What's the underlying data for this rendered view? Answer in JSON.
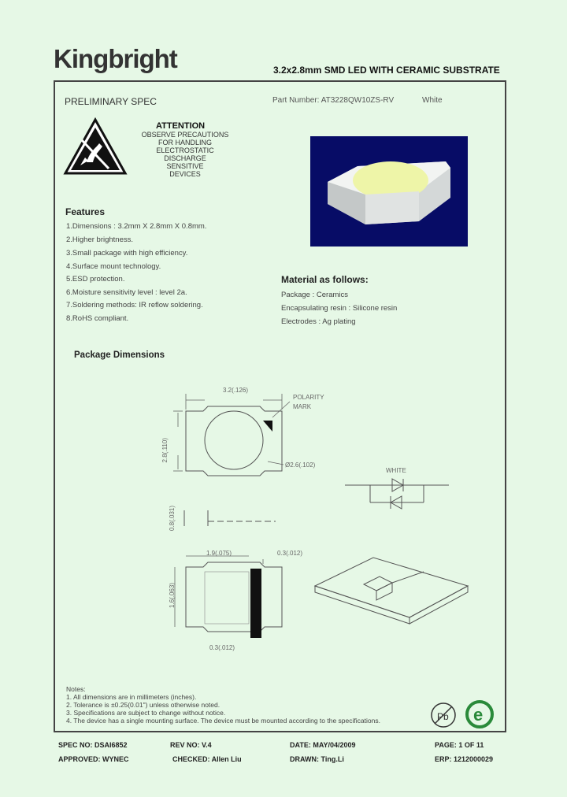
{
  "header": {
    "logo": "Kingbright",
    "doc_title": "3.2x2.8mm SMD LED WITH CERAMIC SUBSTRATE"
  },
  "spec": {
    "status": "PRELIMINARY SPEC",
    "part_number": "Part Number: AT3228QW10ZS-RV",
    "color": "White"
  },
  "attention": {
    "title": "ATTENTION",
    "lines": [
      "OBSERVE PRECAUTIONS",
      "FOR HANDLING",
      "ELECTROSTATIC",
      "DISCHARGE",
      "SENSITIVE",
      "DEVICES"
    ]
  },
  "features": {
    "title": "Features",
    "items": [
      "1.Dimensions : 3.2mm X 2.8mm X 0.8mm.",
      "2.Higher brightness.",
      "3.Small package with high efficiency.",
      "4.Surface mount technology.",
      "5.ESD protection.",
      "6.Moisture sensitivity level : level 2a.",
      "7.Soldering methods: IR reflow soldering.",
      "8.RoHS compliant."
    ]
  },
  "material": {
    "title": "Material as follows:",
    "items": [
      "Package : Ceramics",
      "Encapsulating resin : Silicone resin",
      "Electrodes : Ag plating"
    ]
  },
  "package": {
    "title": "Package Dimensions",
    "labels": {
      "top_width": "3.2(.126)",
      "polarity": "POLARITY",
      "mark": "MARK",
      "diameter": "Ø2.6(.102)",
      "height": "2.8(.110)",
      "thick": "0.8(.031)",
      "pad_w": "1.9(.075)",
      "pad_gap": "0.3(.012)",
      "pad_h": "1.6(.063)",
      "pad_bottom": "0.3(.012)",
      "white": "WHITE"
    }
  },
  "notes": {
    "title": "Notes:",
    "items": [
      "1. All dimensions are in millimeters (inches).",
      "2. Tolerance is ±0.25(0.01\") unless otherwise noted.",
      "3. Specifications are subject to change without notice.",
      "4.  The device has a single mounting surface. The device must be mounted according to the specifications."
    ]
  },
  "footer": {
    "spec_no": "SPEC NO: DSAI6852",
    "rev_no": "REV NO: V.4",
    "date": "DATE: MAY/04/2009",
    "page": "PAGE:  1  OF  11",
    "approved": "APPROVED: WYNEC",
    "checked": "CHECKED: Allen Liu",
    "drawn": "DRAWN: Ting.Li",
    "erp": "ERP: 1212000029"
  },
  "colors": {
    "background": "#e6f8e6",
    "led_background": "#070c66",
    "led_lens": "#eef5a8"
  },
  "icons": [
    "esd-warning-icon",
    "pb-free-icon",
    "rohs-e-icon"
  ]
}
